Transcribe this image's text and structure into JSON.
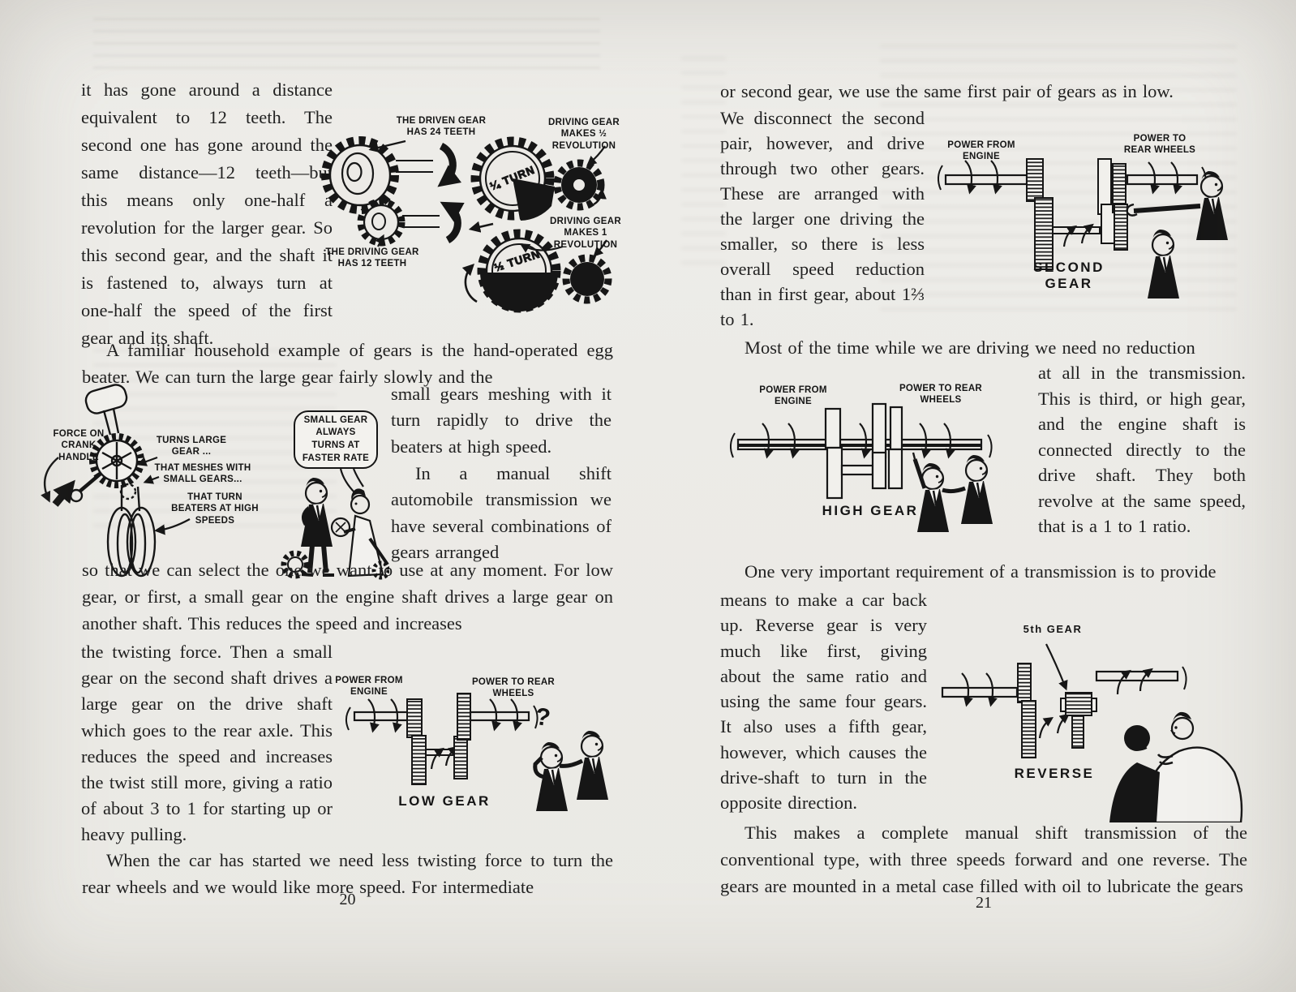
{
  "colors": {
    "paper": "#ecebe7",
    "ink": "#212121",
    "illustration_ink": "#161616"
  },
  "left_page": {
    "page_number": "20",
    "para_1": "it has gone around a distance equivalent to 12 teeth. The second one has gone around the same distance—12 teeth—but this means only one-half a revolution for the larger gear. So this second gear, and the shaft it is fastened to, always turn at one-half the speed of the first gear and its shaft.",
    "gear_diagram": {
      "driven_gear_label": "THE DRIVEN GEAR HAS 24 TEETH",
      "driving_gear_label": "THE DRIVING GEAR HAS 12 TEETH",
      "half_revolution_label": "DRIVING GEAR MAKES ½ REVOLUTION",
      "one_revolution_label": "DRIVING GEAR MAKES 1 REVOLUTION",
      "quarter_turn_text": "¼ TURN",
      "half_turn_text": "½ TURN"
    },
    "para_2": "A familiar household example of gears is the hand-operated egg beater. We can turn the large gear fairly slowly and the",
    "eggbeater_diagram": {
      "force_label": "FORCE ON CRANK HANDLE",
      "turns_label": "TURNS LARGE GEAR ...",
      "meshes_label": "THAT MESHES WITH SMALL GEARS...",
      "beaters_label": "THAT TURN BEATERS AT HIGH SPEEDS",
      "speech_bubble": "SMALL GEAR ALWAYS TURNS AT FASTER RATE"
    },
    "para_3": "small gears meshing with it turn rapidly to drive the beaters at high speed.",
    "para_4": "In a manual shift automobile transmission we have several combinations of gears arranged",
    "para_5": "so that we can select the one we want to use at any moment. For low gear, or first, a small gear on the engine shaft drives a large gear on another shaft. This reduces the speed and increases",
    "para_6": "the twisting force. Then a small gear on the second shaft drives a large gear on the drive shaft which goes to the rear axle. This reduces the speed and increases the twist still more, giving a ratio of about 3 to 1 for starting up or heavy pulling.",
    "low_gear_diagram": {
      "power_from_label": "POWER FROM ENGINE",
      "power_to_label": "POWER TO REAR WHEELS",
      "caption": "LOW GEAR",
      "question_mark": "?"
    },
    "para_7": "When the car has started we need less twisting force to turn the rear wheels and we would like more speed. For intermediate"
  },
  "right_page": {
    "page_number": "21",
    "para_1": "or second gear, we use the same first pair of gears as in low.",
    "para_2": "We disconnect the second pair, however, and drive through two other gears. These are arranged with the larger one driving the smaller, so there is less overall speed reduction than in first gear, about 1⅔ to 1.",
    "second_gear_diagram": {
      "power_from_label": "POWER FROM ENGINE",
      "power_to_label": "POWER TO REAR WHEELS",
      "caption": "SECOND GEAR"
    },
    "para_3": "Most of the time while we are driving we need no reduction",
    "para_4": "at all in the transmission. This is third, or high gear, and the engine shaft is connected directly to the drive shaft. They both revolve at the same speed, that is a 1 to 1 ratio.",
    "high_gear_diagram": {
      "power_from_label": "POWER FROM ENGINE",
      "power_to_label": "POWER TO REAR WHEELS",
      "caption": "HIGH GEAR"
    },
    "para_5": "One very important requirement of a transmission is to provide",
    "para_6": "means to make a car back up. Reverse gear is very much like first, giving about the same ratio and using the same four gears. It also uses a fifth gear, however, which causes the drive-shaft to turn in the opposite direction.",
    "reverse_diagram": {
      "fifth_gear_label": "5th GEAR",
      "caption": "REVERSE"
    },
    "para_7": "This makes a complete manual shift transmission of the conventional type, with three speeds forward and one reverse. The gears are mounted in a metal case filled with oil to lubricate the gears"
  }
}
